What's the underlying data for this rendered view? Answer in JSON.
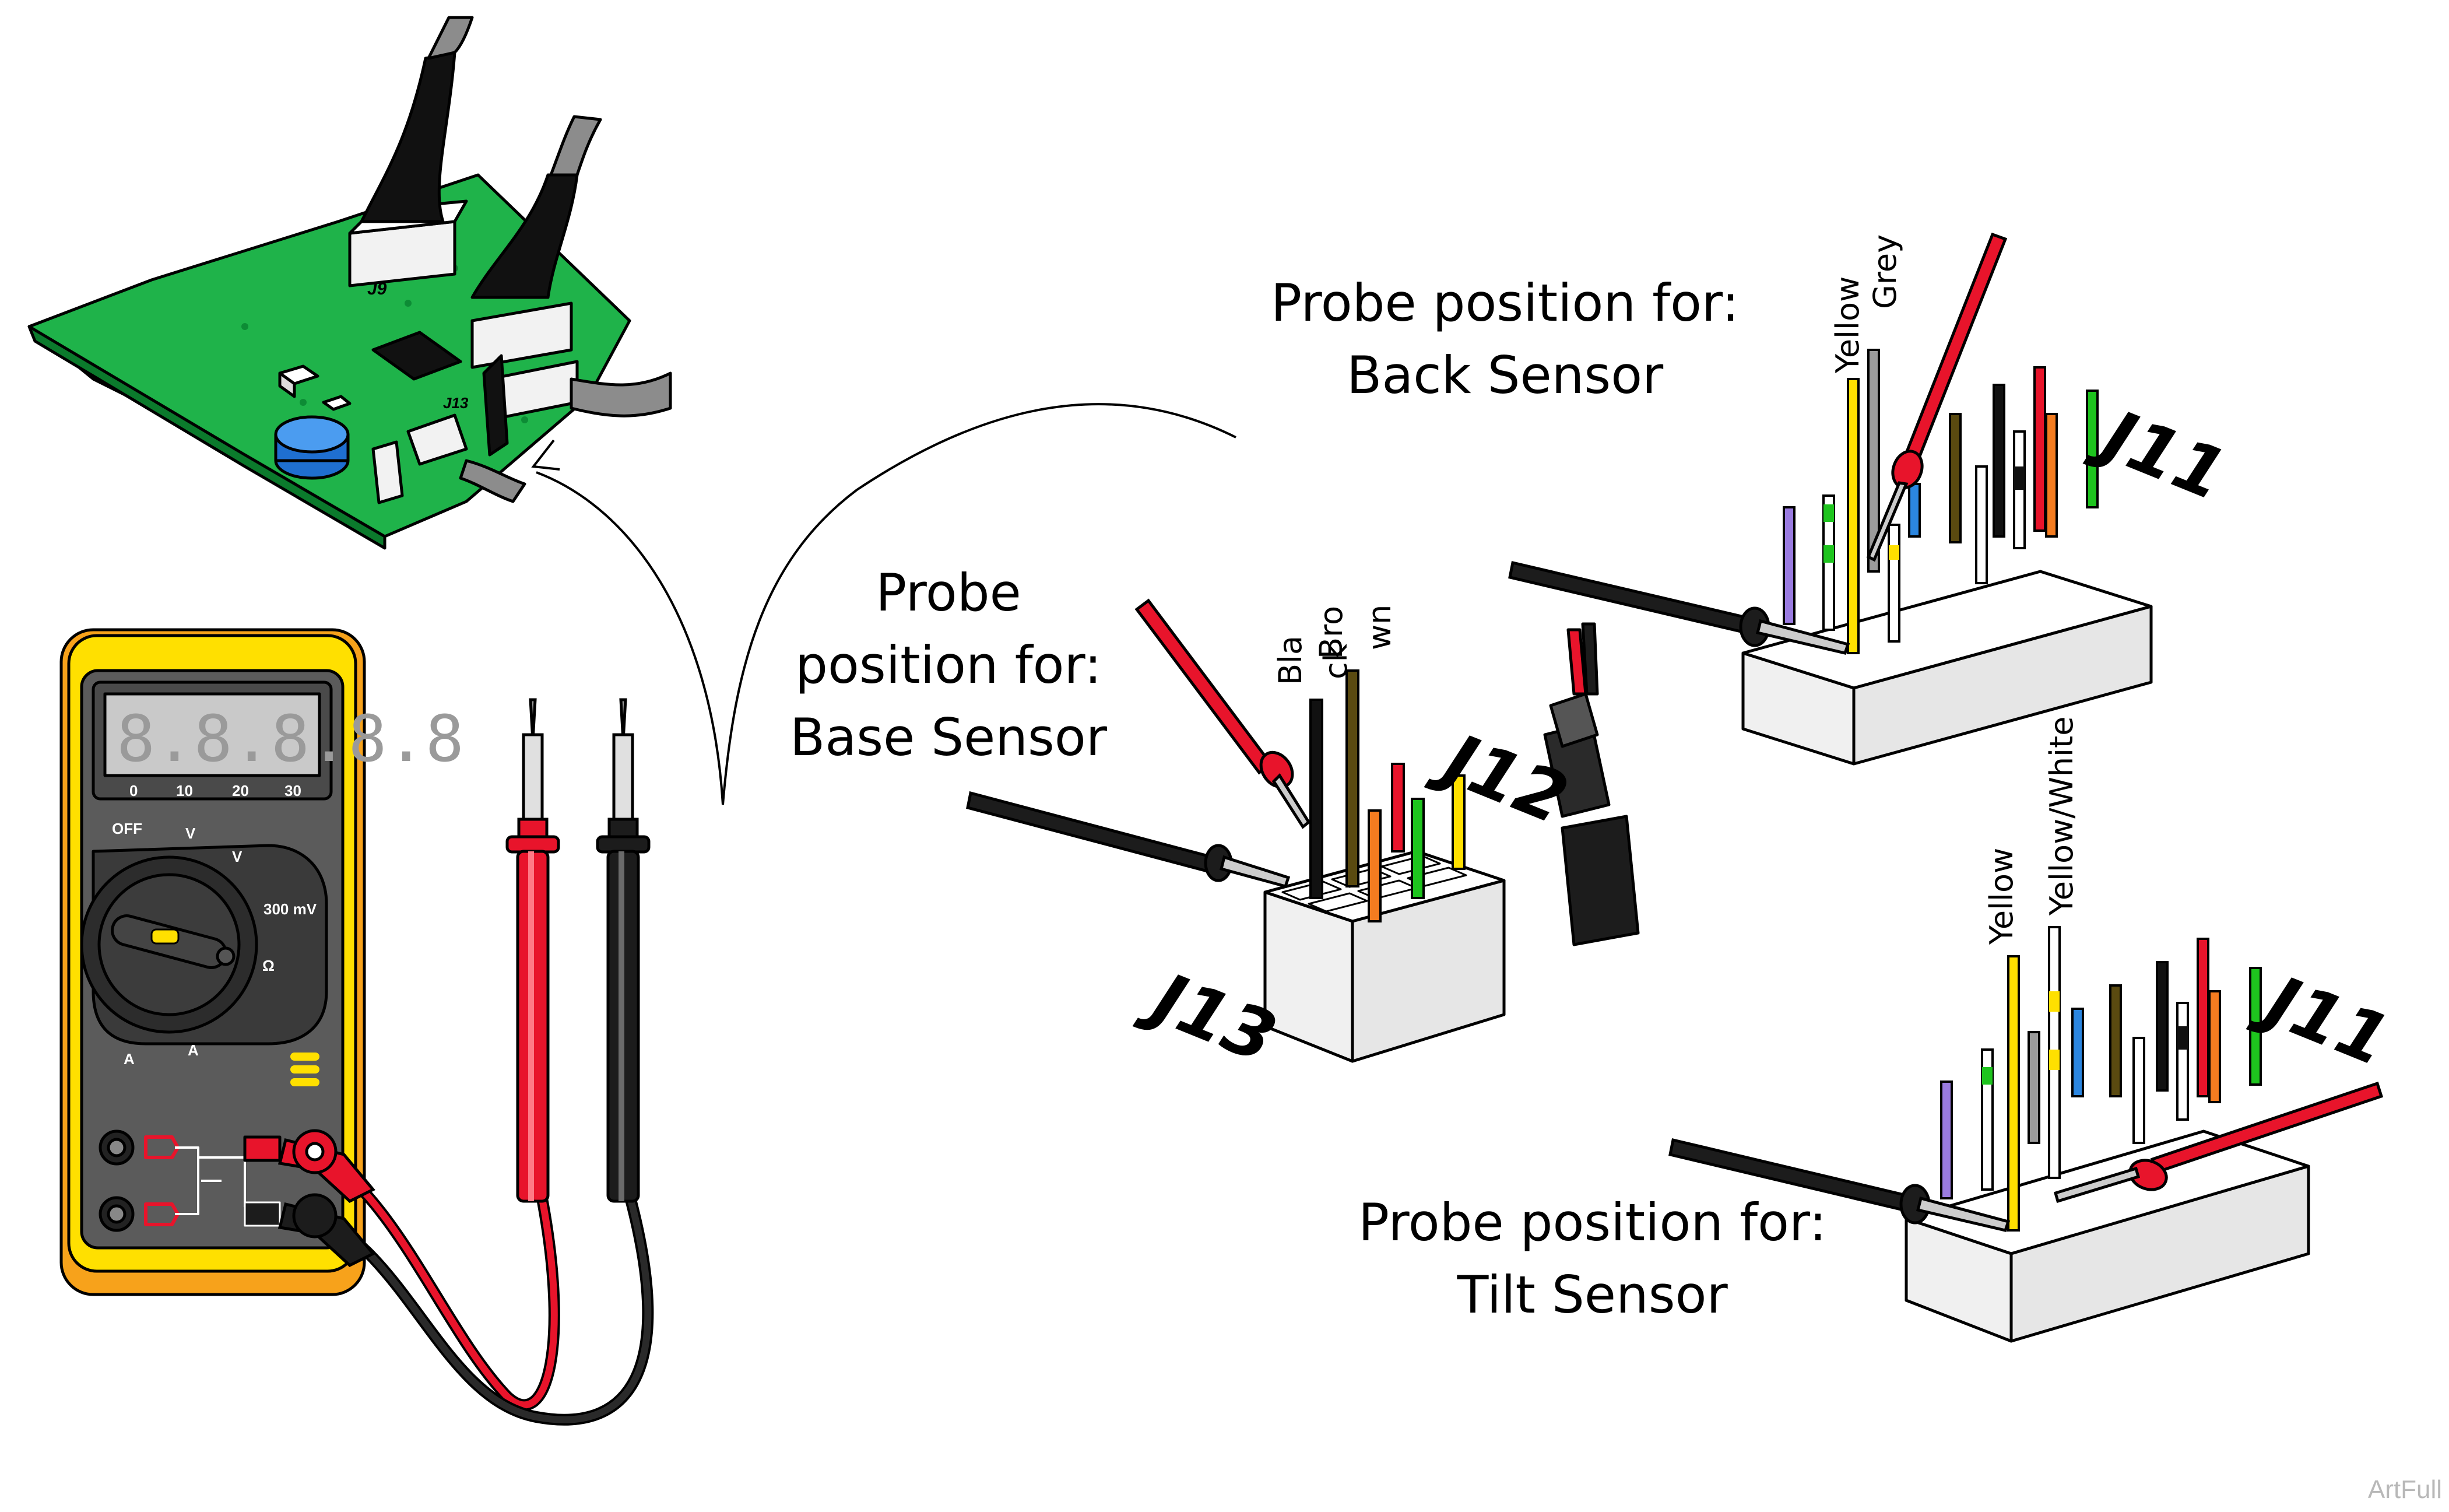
{
  "callouts": {
    "back_line1": "Probe position for:",
    "back_line2": "Back Sensor",
    "base_line1": "Probe",
    "base_line2": "position for:",
    "base_line3": "Base Sensor",
    "tilt_line1": "Probe position for:",
    "tilt_line2": "Tilt Sensor"
  },
  "connectors": {
    "j13": "J13",
    "j12": "J12",
    "j11_back": "J11",
    "j11_tilt": "J11"
  },
  "wire_labels": {
    "back_yellow": "Yellow",
    "back_grey": "Grey",
    "base_bla": "Bla",
    "base_ck": "ck",
    "base_bro": "Bro",
    "base_wn": "wn",
    "tilt_yellow": "Yellow",
    "tilt_yellow_white": "Yellow/White"
  },
  "board_labels": {
    "j9": "J9",
    "j13": "J13"
  },
  "meter": {
    "display": "8.8.8.8.8",
    "scale": [
      "0",
      "10",
      "20",
      "30"
    ],
    "off": "OFF",
    "v_ac": "V",
    "v_dc": "V",
    "mv": "300 mV",
    "ohm": "Ω",
    "a_dc": "A",
    "a_ac": "A"
  },
  "watermark": "ArtFull",
  "colors": {
    "meter_case": "#f7a21b",
    "meter_body": "#ffe000",
    "meter_face": "#5b5b5b",
    "lcd": "#c9c9c9",
    "probe_red": "#e8142b",
    "probe_black": "#1c1c1c",
    "board_green": "#1fb34a",
    "wire_yellow": "#ffe000",
    "wire_grey": "#9b9b9b",
    "wire_purple": "#9a7be0",
    "wire_blue": "#2b86e0",
    "wire_brown": "#5a4a10",
    "wire_orange": "#f47c20",
    "wire_green": "#1ec41e"
  }
}
